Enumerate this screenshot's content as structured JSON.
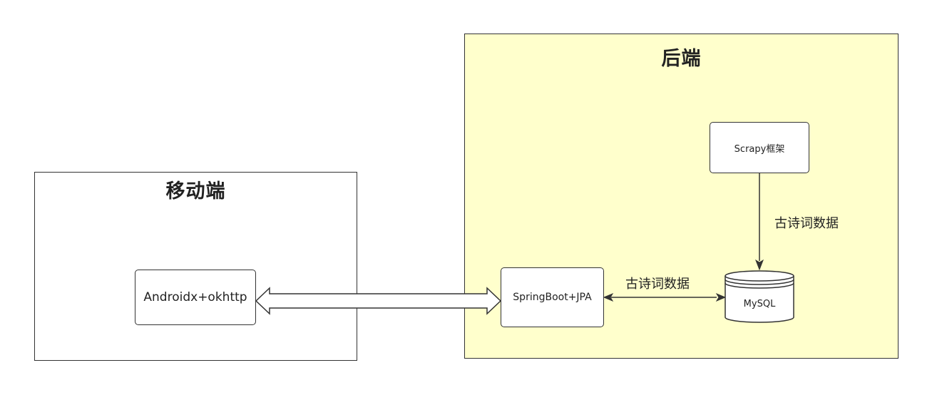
{
  "groups": {
    "mobile": {
      "title": "移动端"
    },
    "backend": {
      "title": "后端"
    }
  },
  "nodes": {
    "android": {
      "label": "Androidx+okhttp"
    },
    "spring": {
      "label": "SpringBoot+JPA"
    },
    "scrapy": {
      "label": "Scrapy框架"
    },
    "mysql": {
      "label": "MySQL"
    }
  },
  "edges": {
    "spring_mysql": {
      "label": "古诗词数据"
    },
    "scrapy_mysql": {
      "label": "古诗词数据"
    }
  },
  "colors": {
    "backend_fill": "#ffffcc",
    "stroke": "#333333"
  }
}
